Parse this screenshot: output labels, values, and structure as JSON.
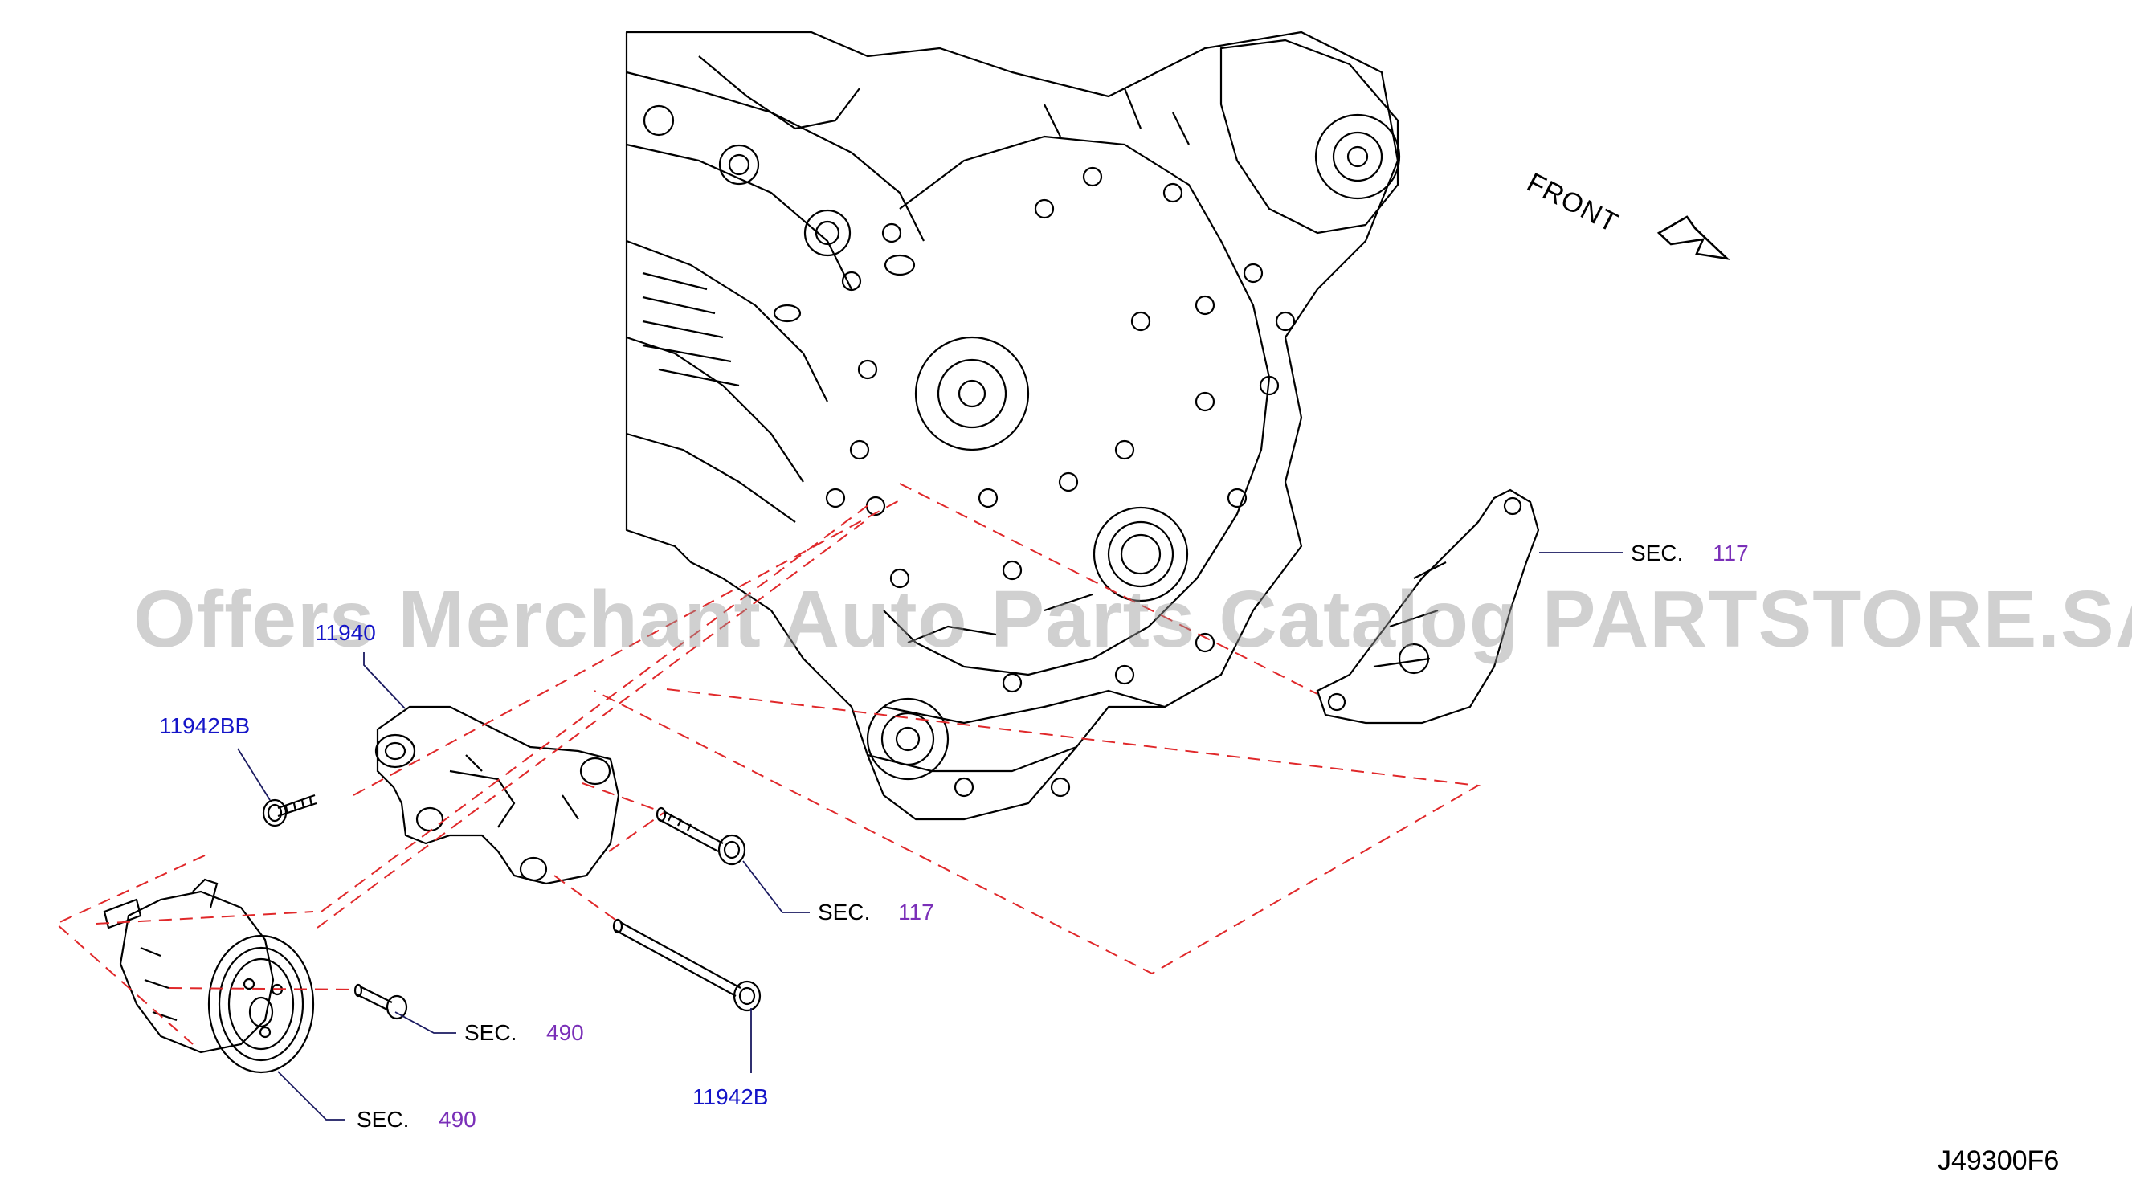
{
  "watermark": "Offers Merchant Auto Parts Catalog PARTSTORE.SA",
  "front_label": "FRONT",
  "diagram_code": "J49300F6",
  "callouts": {
    "bracket_part": "11940",
    "bolt_bb": "11942BB",
    "bolt_b": "11942B",
    "sec_word": "SEC.",
    "sec_117": "117",
    "sec_490": "490"
  },
  "colors": {
    "line": "#000000",
    "dashed_guide": "#e0282a",
    "part_number": "#1515c8",
    "section_ref": "#7a2fb8"
  }
}
